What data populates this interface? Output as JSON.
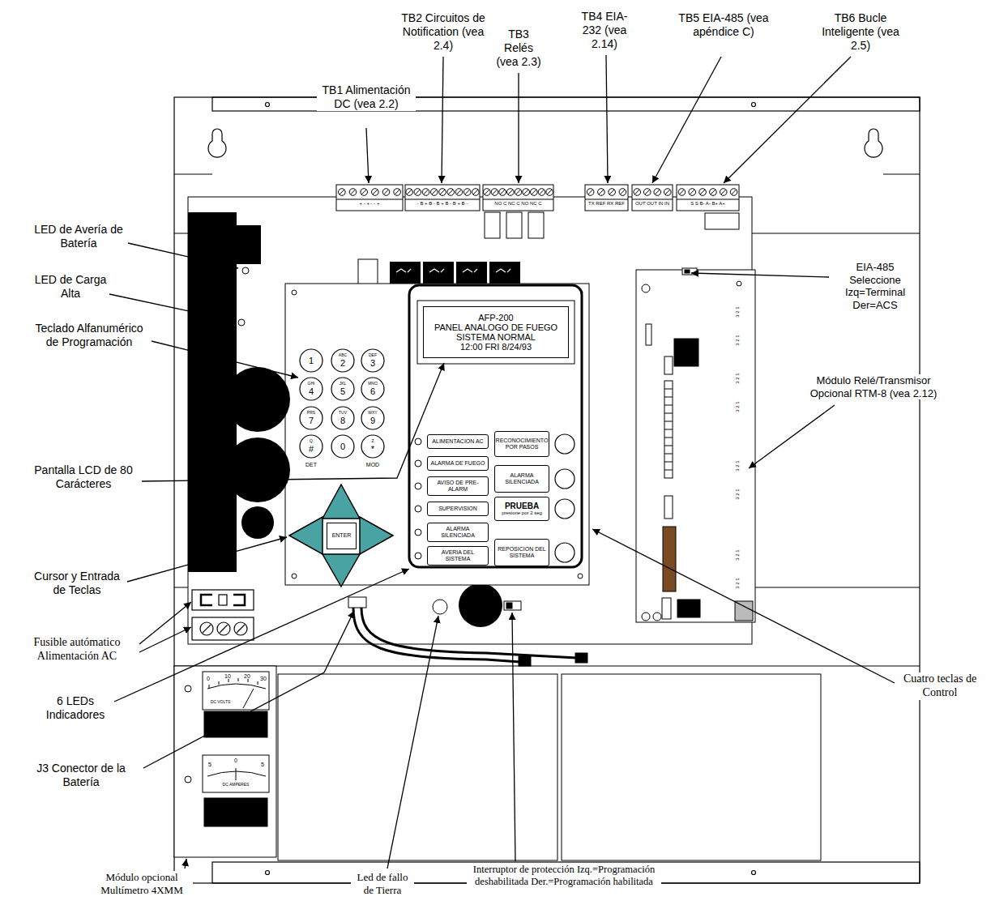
{
  "diagram": {
    "nodes": [
      {
        "text": [
          "AFP-200",
          "PANEL ANALOGO DE FUEGO",
          "SISTEMA NORMAL",
          "12:00 FRI 8/24/93"
        ]
      },
      {
        "text": [
          "ALIMENTACION AC"
        ]
      },
      {
        "text": [
          "ALARMA DE FUEGO"
        ]
      },
      {
        "text": [
          "AVISO DE PRE-ALARM"
        ]
      },
      {
        "text": [
          "SUPERVISION"
        ]
      },
      {
        "text": [
          "ALARMA SILENCIADA"
        ]
      },
      {
        "text": [
          "AVERIA DEL SISTEMA"
        ]
      },
      {
        "text": [
          "RECONOCIMIENTO POR PASOS"
        ]
      },
      {
        "text": [
          "ALARMA SILENCIADA"
        ]
      },
      {
        "text": [
          "PRUEBA",
          "presione por 2 seg"
        ]
      },
      {
        "text": [
          "REPOSICION DEL SISTEMA"
        ]
      },
      {
        "text": [
          "1"
        ]
      },
      {
        "text": [
          "ABC",
          "2"
        ]
      },
      {
        "text": [
          "DEF",
          "3"
        ]
      },
      {
        "text": [
          "GHI",
          "4"
        ]
      },
      {
        "text": [
          "JKL",
          "5"
        ]
      },
      {
        "text": [
          "MNO",
          "6"
        ]
      },
      {
        "text": [
          "PRS",
          "7"
        ]
      },
      {
        "text": [
          "TUV",
          "8"
        ]
      },
      {
        "text": [
          "WXY",
          "9"
        ]
      },
      {
        "text": [
          "Q",
          "#"
        ]
      },
      {
        "text": [
          "0"
        ]
      },
      {
        "text": [
          "Z",
          "*"
        ]
      },
      {
        "text": [
          "ENTER"
        ]
      }
    ],
    "labels": [
      "TB1 Alimentación DC (vea 2.2)",
      "TB2 Circuitos de Notification (vea 2.4)",
      "TB3 Relés (vea 2.3)",
      "TB4 EIA-232 (vea 2.14)",
      "TB5 EIA-485 (vea apéndice C)",
      "TB6 Bucle Inteligente (vea 2.5)",
      "EIA-485 Seleccione Izq=Terminal Der=ACS",
      "Módulo Relé/Transmisor Opcional RTM-8 (vea 2.12)",
      "LED de Avería de Batería",
      "LED de Carga Alta",
      "Teclado Alfanumérico de Programación",
      "Pantalla LCD de 80 Carácteres",
      "Cursor y Entrada de Teclas",
      "Fusible autómatico Alimentación AC",
      "6 LEDs Indicadores",
      "J3 Conector de la Batería",
      "Módulo opcional Multímetro 4XMM",
      "Led de fallo de Tierra",
      "Interruptor de protección Izq.=Programación deshabilitada Der.=Programación habilitada",
      "Cuatro teclas de Control",
      "DET",
      "MOD",
      "+ - + - - +",
      "- B + B - B + B - B + B -",
      "NO C NC C NO NC C",
      "TX REF RX REF",
      "OUT OUT IN IN",
      "S S B- A- B+ A+",
      "3 2 1",
      "3 2 1",
      "3 2 1",
      "3 2 1",
      "3 2 1",
      "3 2 1",
      "3 2 1",
      "3 2 1",
      "0",
      "10",
      "20",
      "30",
      "DC VOLTS",
      "5",
      "0",
      "5",
      "DC AMPERES"
    ]
  }
}
